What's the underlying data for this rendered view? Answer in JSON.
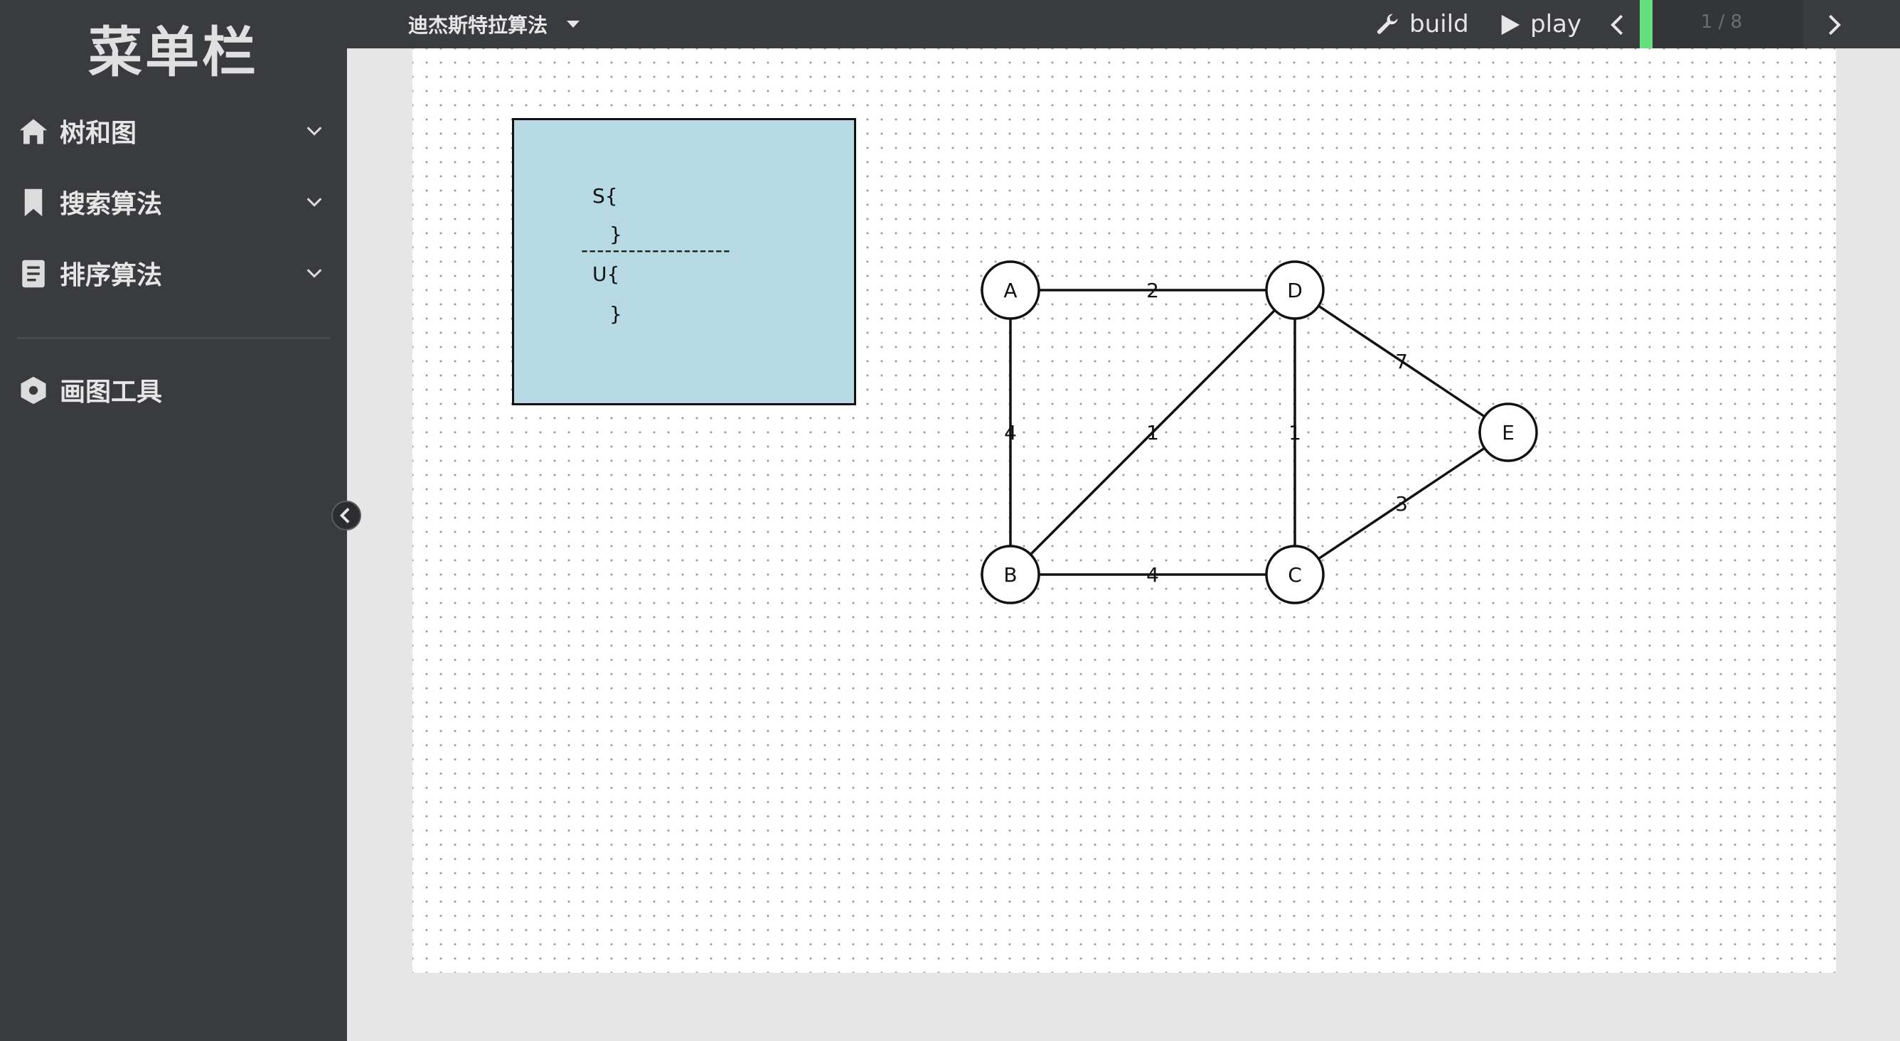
{
  "sidebar": {
    "title": "菜单栏",
    "items": [
      {
        "label": "树和图",
        "icon": "home-icon"
      },
      {
        "label": "搜索算法",
        "icon": "bookmark-icon"
      },
      {
        "label": "排序算法",
        "icon": "document-icon"
      },
      {
        "label": "画图工具",
        "icon": "hexagon-icon"
      }
    ]
  },
  "toolbar": {
    "algorithm": "迪杰斯特拉算法",
    "build_label": "build",
    "play_label": "play",
    "progress_text": "1 / 8",
    "progress_fraction": 0.125,
    "progress_color": "#66e07e"
  },
  "state_box": {
    "s_open": "S{",
    "s_close": "}",
    "separator": "-------------------",
    "u_open": "U{",
    "u_close": "}",
    "fill": "#b7d9e3"
  },
  "graph": {
    "nodes": [
      "A",
      "D",
      "E",
      "B",
      "C"
    ],
    "edges": [
      {
        "from": "A",
        "to": "D",
        "weight": "2"
      },
      {
        "from": "A",
        "to": "B",
        "weight": "4"
      },
      {
        "from": "B",
        "to": "D",
        "weight": "1"
      },
      {
        "from": "D",
        "to": "C",
        "weight": "1"
      },
      {
        "from": "D",
        "to": "E",
        "weight": "7"
      },
      {
        "from": "B",
        "to": "C",
        "weight": "4"
      },
      {
        "from": "C",
        "to": "E",
        "weight": "3"
      }
    ]
  }
}
